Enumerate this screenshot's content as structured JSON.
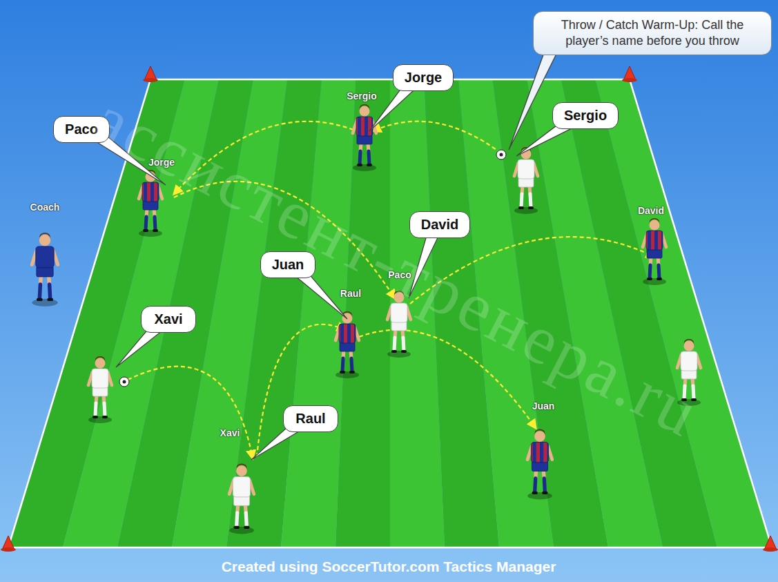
{
  "diagram": {
    "caption": "Created using SoccerTutor.com Tactics Manager",
    "nodes": [
      {
        "text": [
          "Throw / Catch Warm-Up: Call the player’s name before you throw"
        ]
      },
      {
        "text": [
          "Jorge"
        ]
      },
      {
        "text": [
          "Sergio"
        ]
      },
      {
        "text": [
          "Paco"
        ]
      },
      {
        "text": [
          "David"
        ]
      },
      {
        "text": [
          "Juan"
        ]
      },
      {
        "text": [
          "Xavi"
        ]
      },
      {
        "text": [
          "Raul"
        ]
      }
    ],
    "labels": [
      "ассистент-тренера.ru",
      "Sergio",
      "Jorge",
      "Coach",
      "David",
      "Paco",
      "Raul",
      "Juan",
      "Xavi"
    ]
  }
}
